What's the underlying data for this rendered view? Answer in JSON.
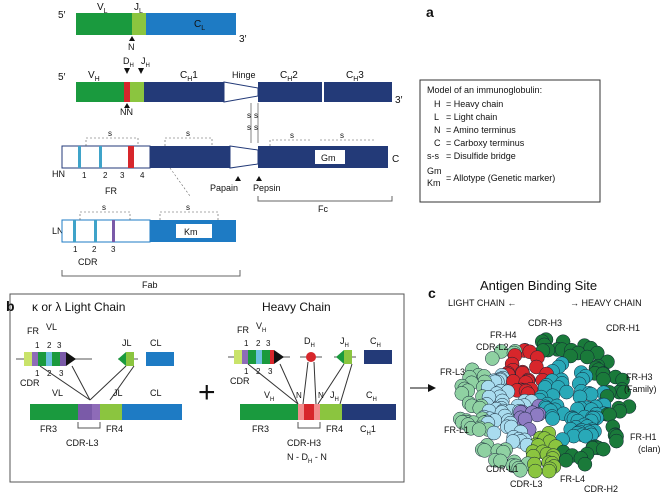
{
  "panel_a": {
    "label": "a",
    "light_chain": {
      "five_prime": "5′",
      "three_prime": "3′",
      "vl": "V",
      "vl_sub": "L",
      "jl": "J",
      "jl_sub": "L",
      "cl": "C",
      "cl_sub": "L",
      "n": "N"
    },
    "heavy_chain": {
      "five_prime": "5′",
      "three_prime": "3′",
      "vh": "V",
      "vh_sub": "H",
      "dh": "D",
      "dh_sub": "H",
      "jh": "J",
      "jh_sub": "H",
      "ch1": "C",
      "ch1_sub": "H",
      "ch1_suffix": "1",
      "ch2": "C",
      "ch2_sub": "H",
      "ch2_suffix": "2",
      "ch3": "C",
      "ch3_sub": "H",
      "ch3_suffix": "3",
      "hinge": "Hinge",
      "nn": "NN"
    },
    "protein": {
      "hn": "HN",
      "c": "C",
      "gm": "Gm",
      "fr": "FR",
      "fr_nums": [
        "1",
        "2",
        "3",
        "4"
      ],
      "papain": "Papain",
      "pepsin": "Pepsin",
      "fc": "Fc",
      "s": "s"
    },
    "light_protein": {
      "ln": "LN",
      "km": "Km",
      "cdr": "CDR",
      "cdr_nums": [
        "1",
        "2",
        "3"
      ],
      "fab": "Fab"
    },
    "legend": {
      "title": "Model of an immunoglobulin:",
      "items": [
        {
          "key": "H",
          "val": "= Heavy chain"
        },
        {
          "key": "L",
          "val": "= Light chain"
        },
        {
          "key": "N",
          "val": "= Amino terminus"
        },
        {
          "key": "C",
          "val": "= Carboxy terminus"
        },
        {
          "key": "s-s",
          "val": "= Disulfide bridge"
        }
      ],
      "gm": "Gm",
      "km": "Km",
      "allotype": "= Allotype (Genetic marker)"
    }
  },
  "panel_b": {
    "label": "b",
    "light_title": "κ or λ Light Chain",
    "heavy_title": "Heavy Chain",
    "plus": "+",
    "light": {
      "fr": "FR",
      "vl": "VL",
      "nums": [
        "1",
        "2",
        "3"
      ],
      "cdr": "CDR",
      "jl": "JL",
      "cl": "CL",
      "fr3": "FR3",
      "fr4": "FR4",
      "cdr_l3": "CDR-L3"
    },
    "heavy": {
      "fr": "FR",
      "vh": "V",
      "vh_sub": "H",
      "nums": [
        "1",
        "2",
        "3"
      ],
      "cdr": "CDR",
      "dh": "D",
      "dh_sub": "H",
      "jh": "J",
      "jh_sub": "H",
      "ch": "C",
      "ch_sub": "H",
      "n": "N",
      "fr3": "FR3",
      "fr4": "FR4",
      "ch1": "C",
      "ch1_sub": "H",
      "ch1_suffix": "1",
      "cdr_h3": "CDR-H3",
      "ndn": "N - D",
      "ndn_sub": "H",
      "ndn_end": " - N"
    }
  },
  "panel_c": {
    "label": "c",
    "title": "Antigen Binding Site",
    "light_chain": "LIGHT CHAIN ←",
    "heavy_chain": "→ HEAVY CHAIN",
    "labels": {
      "cdr_h3": "CDR-H3",
      "fr_h4": "FR-H4",
      "cdr_l2": "CDR-L2",
      "fr_l3": "FR-L3",
      "fr_l1": "FR-L1",
      "cdr_l1": "CDR-L1",
      "cdr_l3": "CDR-L3",
      "fr_l4": "FR-L4",
      "cdr_h2": "CDR-H2",
      "cdr_h1": "CDR-H1",
      "fr_h3": "FR-H3",
      "family": "(Family)",
      "fr_h1": "FR-H1",
      "clan": "(clan)"
    }
  },
  "colors": {
    "green": "#1a9a3e",
    "lightgreen": "#8bc53f",
    "blue": "#1e7bc4",
    "navy": "#233a78",
    "red": "#d7262b",
    "purple": "#7a5aa8"
  }
}
